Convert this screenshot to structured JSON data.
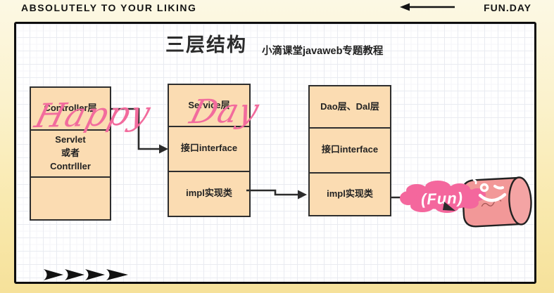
{
  "header": {
    "left_text": "ABSOLUTELY TO YOUR LIKING",
    "brand_text": "FUN.DAY"
  },
  "canvas": {
    "title": "三层结构",
    "subtitle": "小滴课堂javaweb专题教程",
    "watermark": "Happy Day"
  },
  "diagram": {
    "columns": [
      {
        "id": "controller",
        "cells": [
          "Controller层",
          "Servlet\n或者\nContrlller",
          ""
        ]
      },
      {
        "id": "service",
        "cells": [
          "Service层",
          "接口interface",
          "impl实现类"
        ]
      },
      {
        "id": "dao",
        "cells": [
          "Dao层、Dal层",
          "接口interface",
          "impl实现类"
        ]
      }
    ],
    "sticker_label": "(Fun)"
  },
  "colors": {
    "box_fill": "#FBDCB2",
    "box_border": "#2E2E2E",
    "accent_pink": "#F4679D",
    "cylinder_body": "#F29898",
    "cylinder_face": "#F4A4A4",
    "frame": "#0E0E0E",
    "background_top": "#FCF8E4",
    "background_bottom": "#F6E19A"
  }
}
